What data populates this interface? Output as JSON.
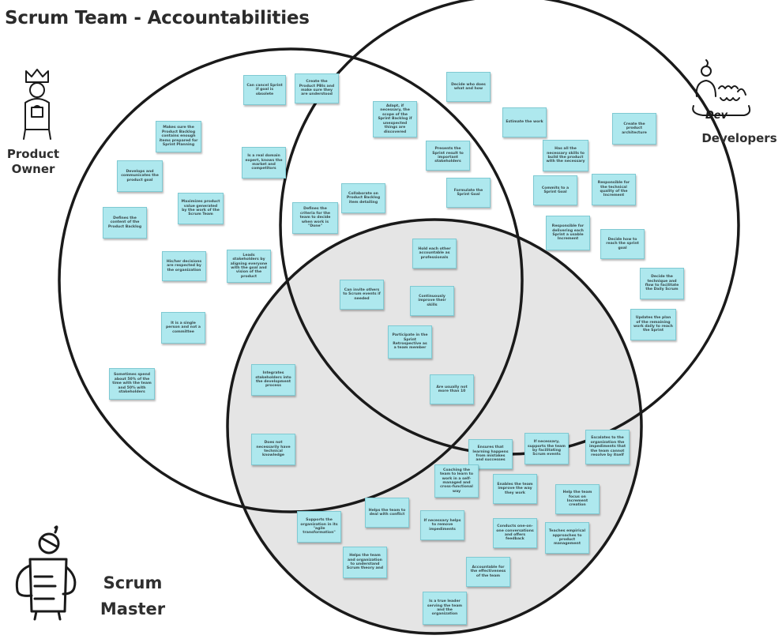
{
  "title": "Scrum Team - Accountabilities",
  "roles": {
    "product_owner": "Product\nOwner",
    "developers": "Developers",
    "scrum_master": "Scrum\nMaster",
    "dev_badge": "Dev"
  },
  "colors": {
    "note_bg": "#aee8ee",
    "shared_area": "#e5e5e5",
    "outline": "#1a1a1a"
  },
  "notes": [
    "Can cancel Sprint if goal is obsolete",
    "Create the Product PBIs and make sure they are understood",
    "Makes sure the Product Backlog contains enough items prepared for Sprint Planning",
    "Is a real domain expert, knows the market and competitors",
    "Develops and communicates the product goal",
    "Maximizes product value generated by the work of the Scrum Team",
    "Defines the content of the Product Backlog",
    "His/her decisions are respected by the organization",
    "Leads stakeholders by aligning everyone with the goal and vision of the product",
    "It is a single person and not a committee",
    "Sometimes spend about 50% of the time with the team and 50% with stakeholders",
    "Adapt, if necessary, the scope of the Sprint Backlog if unexpected things are discovered",
    "Presents the Sprint result to important stakeholders",
    "Collaborate on Product Backlog item detailing",
    "Formulate the Sprint Goal",
    "Defines the criteria for the team to decide when work is \"Done\"",
    "Decide who does what and how",
    "Estimate the work",
    "Create the product architecture",
    "Has all the necessary skills to build the product with the necessary",
    "Commits to a Sprint Goal",
    "Responsible for the technical quality of the Increment",
    "Responsible for delivering each Sprint a usable Increment",
    "Decide how to reach the sprint goal",
    "Decide the technique and flow to facilitate the Daily Scrum",
    "Updates the plan of the remaining work daily to reach the Sprint",
    "Hold each other accountable as professionals",
    "Can invite others to Scrum events if needed",
    "Continuously improve their skills",
    "Participate in the Sprint Retrospective as a team member",
    "Are usually not more than 10",
    "Integrates stakeholders into the development process",
    "Does not necessarily have technical knowledge",
    "Ensures that learning happens from mistakes and successes",
    "If necessary, supports the team by facilitating Scrum events",
    "Escalates to the organization the impediments that the team cannot resolve by itself",
    "Coaching the team to learn to work in a self-managed and cross-functional way",
    "Enables the team improve the way they work",
    "Help the team focus on Increment creation",
    "Supports the organization in its \"agile transformation\"",
    "Helps the team to deal with conflict",
    "If necessary helps to remove impediments",
    "Conducts one-on-one conversations and offers feedback",
    "Teaches empirical approaches to product management",
    "Helps the team and organization to understand Scrum theory and",
    "Accountable for the effectiveness of the team",
    "Is a true leader serving the team and the organization"
  ]
}
